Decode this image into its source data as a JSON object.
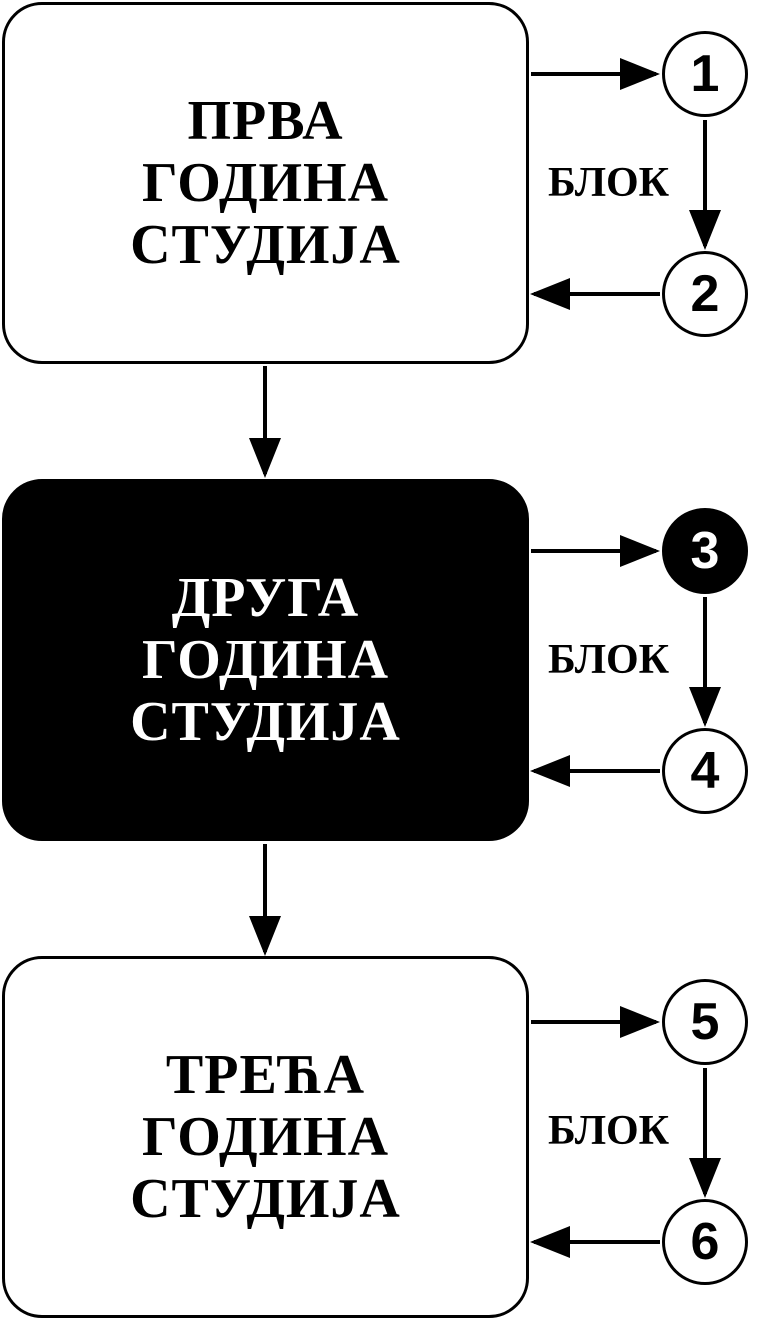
{
  "years": [
    {
      "lines": [
        "ПРВА",
        "ГОДИНА",
        "СТУДИЈА"
      ],
      "style": "light"
    },
    {
      "lines": [
        "ДРУГА",
        "ГОДИНА",
        "СТУДИЈА"
      ],
      "style": "dark"
    },
    {
      "lines": [
        "ТРЕЋА",
        "ГОДИНА",
        "СТУДИЈА"
      ],
      "style": "light"
    }
  ],
  "blocks": [
    {
      "start": "1",
      "end": "2",
      "label": "БЛОК",
      "start_style": "light",
      "end_style": "light"
    },
    {
      "start": "3",
      "end": "4",
      "label": "БЛОК",
      "start_style": "dark",
      "end_style": "light"
    },
    {
      "start": "5",
      "end": "6",
      "label": "БЛОК",
      "start_style": "light",
      "end_style": "light"
    }
  ],
  "colors": {
    "ink": "#000000",
    "paper": "#ffffff"
  }
}
